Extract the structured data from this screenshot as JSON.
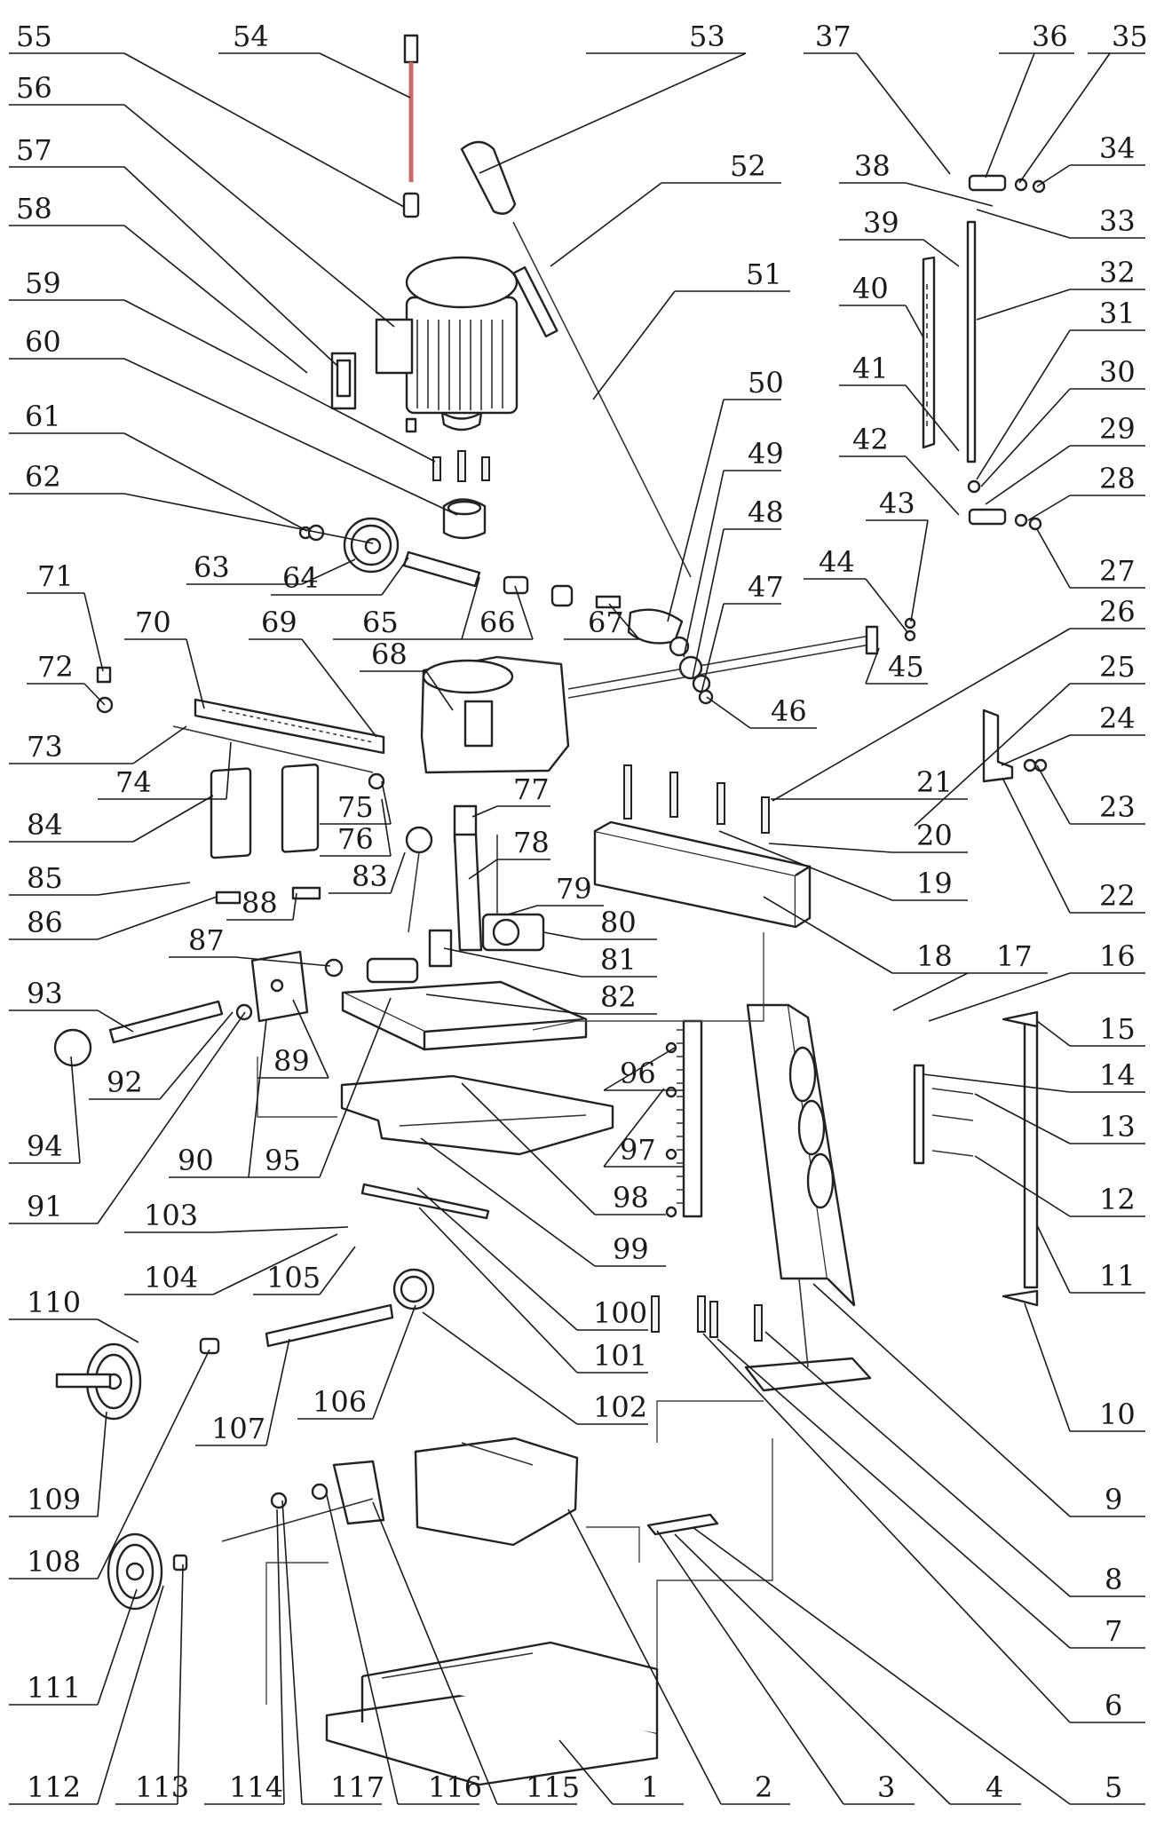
{
  "diagram": {
    "type": "exploded-parts-diagram",
    "parts": [
      {
        "id": "1",
        "label": "1"
      },
      {
        "id": "2",
        "label": "2"
      },
      {
        "id": "3",
        "label": "3"
      },
      {
        "id": "4",
        "label": "4"
      },
      {
        "id": "5",
        "label": "5"
      },
      {
        "id": "6",
        "label": "6"
      },
      {
        "id": "7",
        "label": "7"
      },
      {
        "id": "8",
        "label": "8"
      },
      {
        "id": "9",
        "label": "9"
      },
      {
        "id": "10",
        "label": "10"
      },
      {
        "id": "11",
        "label": "11"
      },
      {
        "id": "12",
        "label": "12"
      },
      {
        "id": "13",
        "label": "13"
      },
      {
        "id": "14",
        "label": "14"
      },
      {
        "id": "15",
        "label": "15"
      },
      {
        "id": "16",
        "label": "16"
      },
      {
        "id": "17",
        "label": "17"
      },
      {
        "id": "18",
        "label": "18"
      },
      {
        "id": "19",
        "label": "19"
      },
      {
        "id": "20",
        "label": "20"
      },
      {
        "id": "21",
        "label": "21"
      },
      {
        "id": "22",
        "label": "22"
      },
      {
        "id": "23",
        "label": "23"
      },
      {
        "id": "24",
        "label": "24"
      },
      {
        "id": "25",
        "label": "25"
      },
      {
        "id": "26",
        "label": "26"
      },
      {
        "id": "27",
        "label": "27"
      },
      {
        "id": "28",
        "label": "28"
      },
      {
        "id": "29",
        "label": "29"
      },
      {
        "id": "30",
        "label": "30"
      },
      {
        "id": "31",
        "label": "31"
      },
      {
        "id": "32",
        "label": "32"
      },
      {
        "id": "33",
        "label": "33"
      },
      {
        "id": "34",
        "label": "34"
      },
      {
        "id": "35",
        "label": "35"
      },
      {
        "id": "36",
        "label": "36"
      },
      {
        "id": "37",
        "label": "37"
      },
      {
        "id": "38",
        "label": "38"
      },
      {
        "id": "39",
        "label": "39"
      },
      {
        "id": "40",
        "label": "40"
      },
      {
        "id": "41",
        "label": "41"
      },
      {
        "id": "42",
        "label": "42"
      },
      {
        "id": "43",
        "label": "43"
      },
      {
        "id": "44",
        "label": "44"
      },
      {
        "id": "45",
        "label": "45"
      },
      {
        "id": "46",
        "label": "46"
      },
      {
        "id": "47",
        "label": "47"
      },
      {
        "id": "48",
        "label": "48"
      },
      {
        "id": "49",
        "label": "49"
      },
      {
        "id": "50",
        "label": "50"
      },
      {
        "id": "51",
        "label": "51"
      },
      {
        "id": "52",
        "label": "52"
      },
      {
        "id": "53",
        "label": "53"
      },
      {
        "id": "54",
        "label": "54"
      },
      {
        "id": "55",
        "label": "55"
      },
      {
        "id": "56",
        "label": "56"
      },
      {
        "id": "57",
        "label": "57"
      },
      {
        "id": "58",
        "label": "58"
      },
      {
        "id": "59",
        "label": "59"
      },
      {
        "id": "60",
        "label": "60"
      },
      {
        "id": "61",
        "label": "61"
      },
      {
        "id": "62",
        "label": "62"
      },
      {
        "id": "63",
        "label": "63"
      },
      {
        "id": "64",
        "label": "64"
      },
      {
        "id": "65",
        "label": "65"
      },
      {
        "id": "66",
        "label": "66"
      },
      {
        "id": "67",
        "label": "67"
      },
      {
        "id": "68",
        "label": "68"
      },
      {
        "id": "69",
        "label": "69"
      },
      {
        "id": "70",
        "label": "70"
      },
      {
        "id": "71",
        "label": "71"
      },
      {
        "id": "72",
        "label": "72"
      },
      {
        "id": "73",
        "label": "73"
      },
      {
        "id": "74",
        "label": "74"
      },
      {
        "id": "75",
        "label": "75"
      },
      {
        "id": "76",
        "label": "76"
      },
      {
        "id": "77",
        "label": "77"
      },
      {
        "id": "78",
        "label": "78"
      },
      {
        "id": "79",
        "label": "79"
      },
      {
        "id": "80",
        "label": "80"
      },
      {
        "id": "81",
        "label": "81"
      },
      {
        "id": "82",
        "label": "82"
      },
      {
        "id": "83",
        "label": "83"
      },
      {
        "id": "84",
        "label": "84"
      },
      {
        "id": "85",
        "label": "85"
      },
      {
        "id": "86",
        "label": "86"
      },
      {
        "id": "87",
        "label": "87"
      },
      {
        "id": "88",
        "label": "88"
      },
      {
        "id": "89",
        "label": "89"
      },
      {
        "id": "90",
        "label": "90"
      },
      {
        "id": "91",
        "label": "91"
      },
      {
        "id": "92",
        "label": "92"
      },
      {
        "id": "93",
        "label": "93"
      },
      {
        "id": "94",
        "label": "94"
      },
      {
        "id": "95",
        "label": "95"
      },
      {
        "id": "96",
        "label": "96"
      },
      {
        "id": "97",
        "label": "97"
      },
      {
        "id": "98",
        "label": "98"
      },
      {
        "id": "99",
        "label": "99"
      },
      {
        "id": "100",
        "label": "100"
      },
      {
        "id": "101",
        "label": "101"
      },
      {
        "id": "102",
        "label": "102"
      },
      {
        "id": "103",
        "label": "103"
      },
      {
        "id": "104",
        "label": "104"
      },
      {
        "id": "105",
        "label": "105"
      },
      {
        "id": "106",
        "label": "106"
      },
      {
        "id": "107",
        "label": "107"
      },
      {
        "id": "108",
        "label": "108"
      },
      {
        "id": "109",
        "label": "109"
      },
      {
        "id": "110",
        "label": "110"
      },
      {
        "id": "111",
        "label": "111"
      },
      {
        "id": "112",
        "label": "112"
      },
      {
        "id": "113",
        "label": "113"
      },
      {
        "id": "114",
        "label": "114"
      },
      {
        "id": "115",
        "label": "115"
      },
      {
        "id": "116",
        "label": "116"
      },
      {
        "id": "117",
        "label": "117"
      }
    ]
  }
}
